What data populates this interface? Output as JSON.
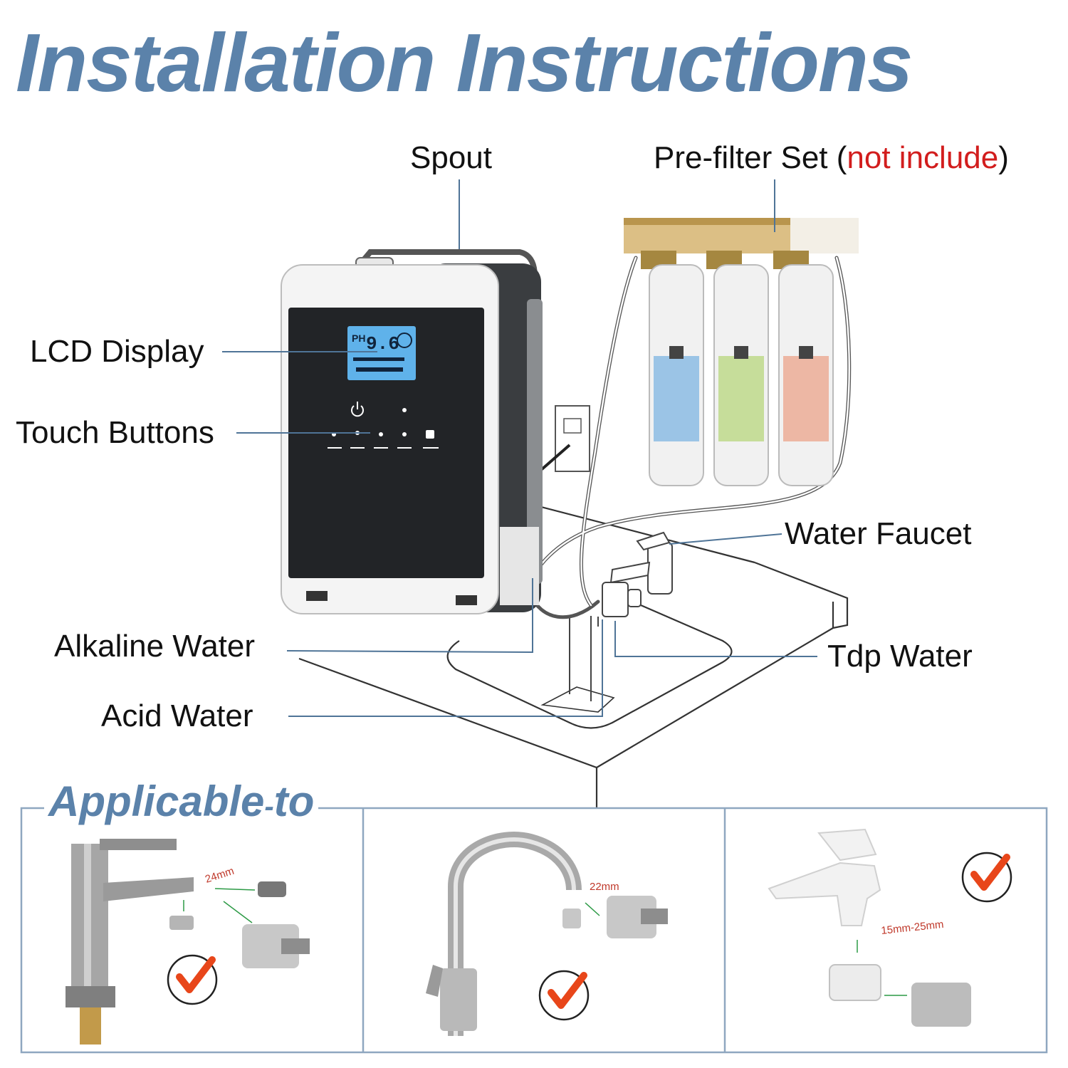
{
  "title": "Installation Instructions",
  "labels": {
    "spout": "Spout",
    "prefilter": "Pre-filter Set",
    "prefilter_note": "not include",
    "lcd": "LCD Display",
    "touch": "Touch Buttons",
    "faucet": "Water Faucet",
    "alkaline": "Alkaline Water",
    "tdp": "Tdp Water",
    "acid": "Acid Water"
  },
  "lcd_screen": {
    "ph_label": "PH",
    "ph_value": "9.6"
  },
  "applicable": {
    "title_a": "Applicable",
    "title_sep": "-",
    "title_b": "to",
    "panels": [
      {
        "dimension": "24mm"
      },
      {
        "dimension": "22mm"
      },
      {
        "dimension": "15mm-25mm"
      }
    ]
  },
  "colors": {
    "accent_blue": "#5b82aa",
    "warning_red": "#d21d1d",
    "check_orange": "#e8461a",
    "leader_line": "#4f7497",
    "panel_border": "#8fa7c0"
  }
}
